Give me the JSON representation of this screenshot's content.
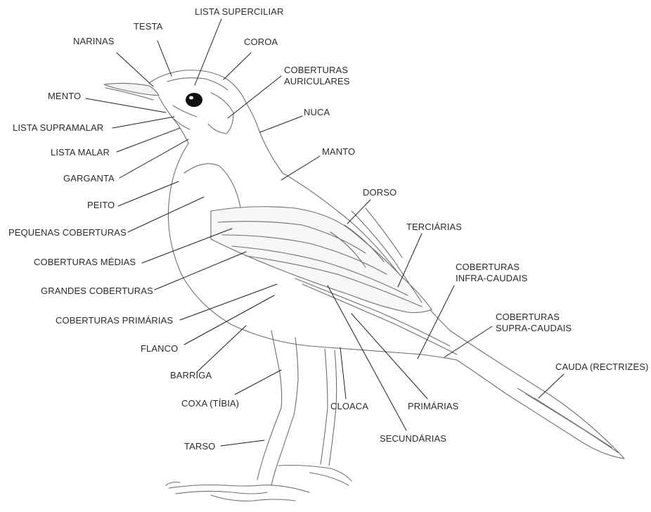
{
  "labels": {
    "lista_superciliar": "LISTA SUPERCILIAR",
    "testa": "TESTA",
    "coroa": "COROA",
    "narinas": "NARINAS",
    "coberturas_auriculares_1": "COBERTURAS",
    "coberturas_auriculares_2": "AURICULARES",
    "mento": "MENTO",
    "nuca": "NUCA",
    "lista_supramalar": "LISTA SUPRAMALAR",
    "lista_malar": "LISTA MALAR",
    "manto": "MANTO",
    "garganta": "GARGANTA",
    "dorso": "DORSO",
    "peito": "PEITO",
    "pequenas_coberturas": "PEQUENAS COBERTURAS",
    "tercearias": "TERCIÁRIAS",
    "coberturas_medias": "COBERTURAS MÉDIAS",
    "coberturas_infra_1": "COBERTURAS",
    "coberturas_infra_2": "INFRA-CAUDAIS",
    "grandes_coberturas": "GRANDES COBERTURAS",
    "coberturas_supra_1": "COBERTURAS",
    "coberturas_supra_2": "SUPRA-CAUDAIS",
    "coberturas_primarias": "COBERTURAS PRIMÁRIAS",
    "flanco": "FLANCO",
    "cauda": "CAUDA (RECTRIZES)",
    "barriga": "BARRIGA",
    "coxa": "COXA (TÍBIA)",
    "cloaca": "CLOACA",
    "primarias": "PRIMÁRIAS",
    "tarso": "TARSO",
    "secundarias": "SECUNDÁRIAS"
  },
  "colors": {
    "ink": "#2b2b2b",
    "leader": "#1f1f1f",
    "sketch": "#6f6f6f",
    "sketch_light": "#a8a8a8",
    "eye": "#111111"
  }
}
